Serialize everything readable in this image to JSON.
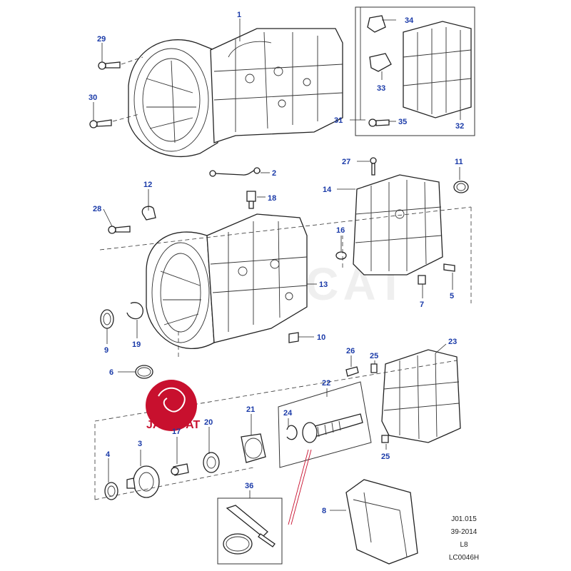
{
  "callouts": {
    "c1": "1",
    "c2": "2",
    "c3": "3",
    "c4": "4",
    "c5": "5",
    "c6": "6",
    "c7": "7",
    "c8": "8",
    "c9": "9",
    "c10": "10",
    "c11": "11",
    "c12": "12",
    "c13": "13",
    "c14": "14",
    "c16": "16",
    "c17": "17",
    "c18": "18",
    "c19": "19",
    "c20": "20",
    "c21": "21",
    "c22": "22",
    "c23": "23",
    "c24": "24",
    "c25a": "25",
    "c25b": "25",
    "c26": "26",
    "c27": "27",
    "c28": "28",
    "c29": "29",
    "c30": "30",
    "c31": "31",
    "c32": "32",
    "c33": "33",
    "c34": "34",
    "c35": "35",
    "c36": "36"
  },
  "reference": {
    "line1": "J01.015",
    "line2": "39-2014",
    "line3": "L8",
    "line4": "LC0046H"
  },
  "watermark": {
    "logo_text": "JAPOCAT",
    "center_text": "JAPOCAT"
  },
  "colors": {
    "callout": "#1a3aa8",
    "logo": "#c8102e",
    "line": "#222222",
    "leader_highlight": "#c8102e"
  }
}
